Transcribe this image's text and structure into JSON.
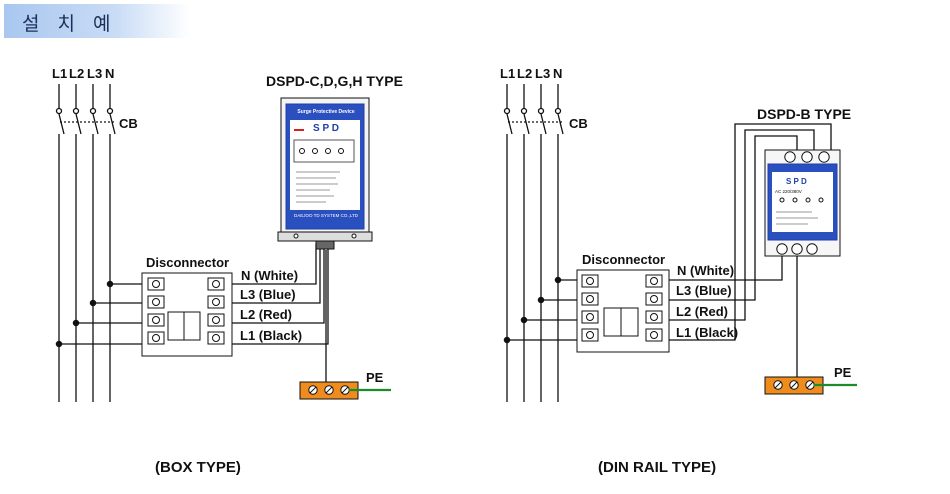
{
  "header": {
    "title": "설 치 예"
  },
  "left": {
    "phases": [
      "L1",
      "L2",
      "L3",
      "N"
    ],
    "cb": "CB",
    "type_title": "DSPD-C,D,G,H TYPE",
    "disconnector": "Disconnector",
    "wires": [
      "N (White)",
      "L3 (Blue)",
      "L2 (Red)",
      "L1 (Black)"
    ],
    "pe": "PE",
    "device_header": "Surge Protective Device",
    "device_brand": "S P D",
    "device_footer": "DAEJOO TD SYSTEM CO.,LTD",
    "caption": "(BOX TYPE)"
  },
  "right": {
    "phases": [
      "L1",
      "L2",
      "L3",
      "N"
    ],
    "cb": "CB",
    "type_title": "DSPD-B TYPE",
    "disconnector": "Disconnector",
    "wires": [
      "N (White)",
      "L3 (Blue)",
      "L2 (Red)",
      "L1 (Black)"
    ],
    "pe": "PE",
    "device_brand": "S P D",
    "device_rating": "AC 220/380V",
    "caption": "(DIN RAIL TYPE)"
  },
  "colors": {
    "terminal": "#f08c1e",
    "pe_wire": "#1a8c2a",
    "device_blue": "#1f3fa8",
    "header_bg": "#a9c7ef"
  }
}
